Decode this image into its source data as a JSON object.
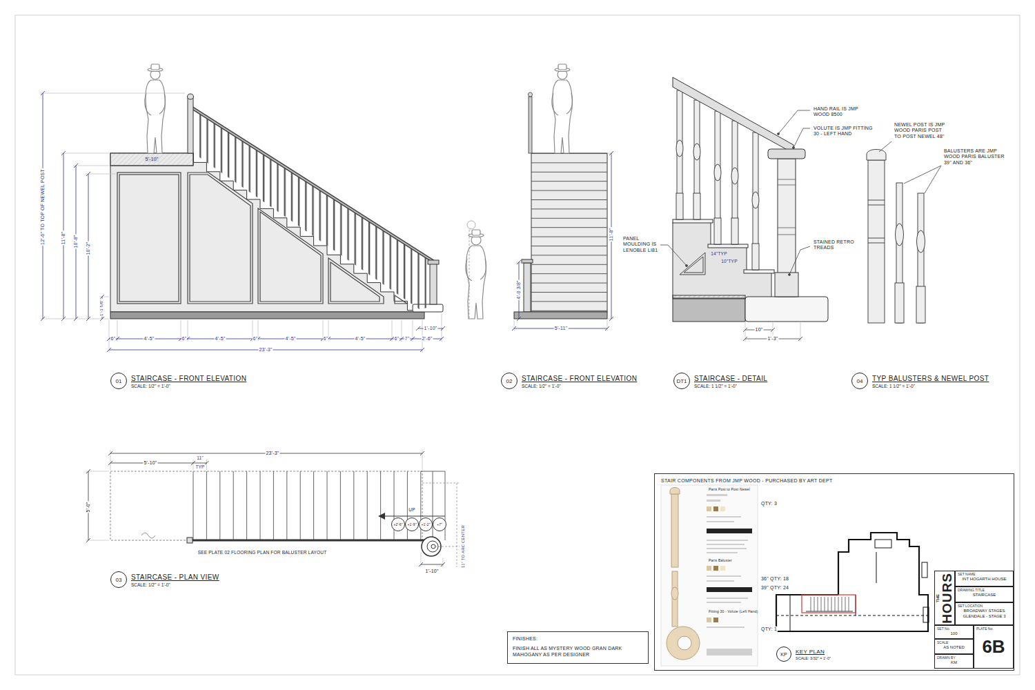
{
  "diagram": {
    "nodes": [
      {
        "text": [
          "01",
          "STAIRCASE - FRONT ELEVATION",
          "SCALE: 1/2\" = 1'-0\""
        ]
      },
      {
        "text": [
          "02",
          "STAIRCASE - FRONT ELEVATION",
          "SCALE: 1/2\" = 1'-0\""
        ]
      },
      {
        "text": [
          "DT1",
          "STAIRCASE - DETAIL",
          "SCALE: 1 1/2\" = 1'-0\""
        ]
      },
      {
        "text": [
          "04",
          "TYP BALUSTERS & NEWEL POST",
          "SCALE: 1 1/2\" = 1'-0\""
        ]
      },
      {
        "text": [
          "03",
          "STAIRCASE - PLAN VIEW",
          "SCALE: 1/2\" = 1'-0\""
        ]
      },
      {
        "text": [
          "+2'-6\""
        ]
      },
      {
        "text": [
          "+1'-9\""
        ]
      },
      {
        "text": [
          "+1'-2\""
        ]
      },
      {
        "text": [
          "+7\""
        ]
      },
      {
        "text": [
          "FINISHES:",
          "FINISH ALL AS MYSTERY WOOD GRAN DARK MAHOGANY AS PER DESIGNER"
        ]
      },
      {
        "text": [
          "STAIR COMPONENTS FROM JMP WOOD - PURCHASED BY ART DEPT"
        ]
      },
      {
        "text": [
          "KP",
          "KEY PLAN",
          "SCALE: 3/32\" = 1'-0\""
        ],
        "in": 10
      },
      {
        "text": [
          "THE",
          "HOURS"
        ],
        "in": 10
      },
      {
        "text": [
          "SET NAME",
          "INT HOGARTH HOUSE"
        ],
        "in": 10
      },
      {
        "text": [
          "DRAWING TITLE",
          "STAIRCASE"
        ],
        "in": 10
      },
      {
        "text": [
          "SET LOCATION",
          "BROADWAY STAGES GLENDALE - STAGE 3"
        ],
        "in": 10
      },
      {
        "text": [
          "SET No.",
          "100"
        ],
        "in": 10
      },
      {
        "text": [
          "SCALE",
          "AS NOTED"
        ],
        "in": 10
      },
      {
        "text": [
          "DRAWN BY",
          "KM"
        ],
        "in": 10
      },
      {
        "text": [
          "PLATE No.",
          "6B"
        ],
        "in": 10
      }
    ],
    "labels": [
      "5'-10\"",
      "12'-6\" TO TOP OF NEWEL POST",
      "11'-8\"",
      "10'-8\"",
      "10'-2\"",
      "1'-3 5/8\"",
      "6\"",
      "4'-5\"",
      "6\"",
      "4'-5\"",
      "6\"",
      "4'-5\"",
      "6\"",
      "4'-5\"",
      "6\"",
      "7\"",
      "2'-6\"",
      "1'-10\"",
      "23'-3\"",
      "11'-8\"",
      "4'-0 3/8\"",
      "5'-11\"",
      "HAND RAIL IS JMP WOOD 8500",
      "VOLUTE IS JMP FITTING 30 - LEFT HAND",
      "PANEL MOULDING IS LENOBLE LI81",
      "STAINED RETRO TREADS",
      "14\"TYP",
      "10\"TYP",
      "10\"",
      "1'-3\"",
      "NEWEL POST IS JMP WOOD PARIS POST TO POST NEWEL 48\"",
      "BALUSTERS ARE JMP WOOD PARIS BALUSTER 39\" AND 36\"",
      "5'-10\"",
      "23'-3\"",
      "11\"",
      "TYP",
      "5'-0\"",
      "UP",
      "SEE PLATE 02 FLOORING PLAN FOR BALUSTER LAYOUT",
      "1'-10\"",
      "11\" TO ARC CENTER",
      "QTY: 3",
      "Paris Post to Post Newel",
      "Paris Baluster",
      "36\" QTY: 18",
      "39\" QTY: 24",
      "Fitting 30 - Volute (Left Hand)",
      "QTY: 1"
    ]
  }
}
